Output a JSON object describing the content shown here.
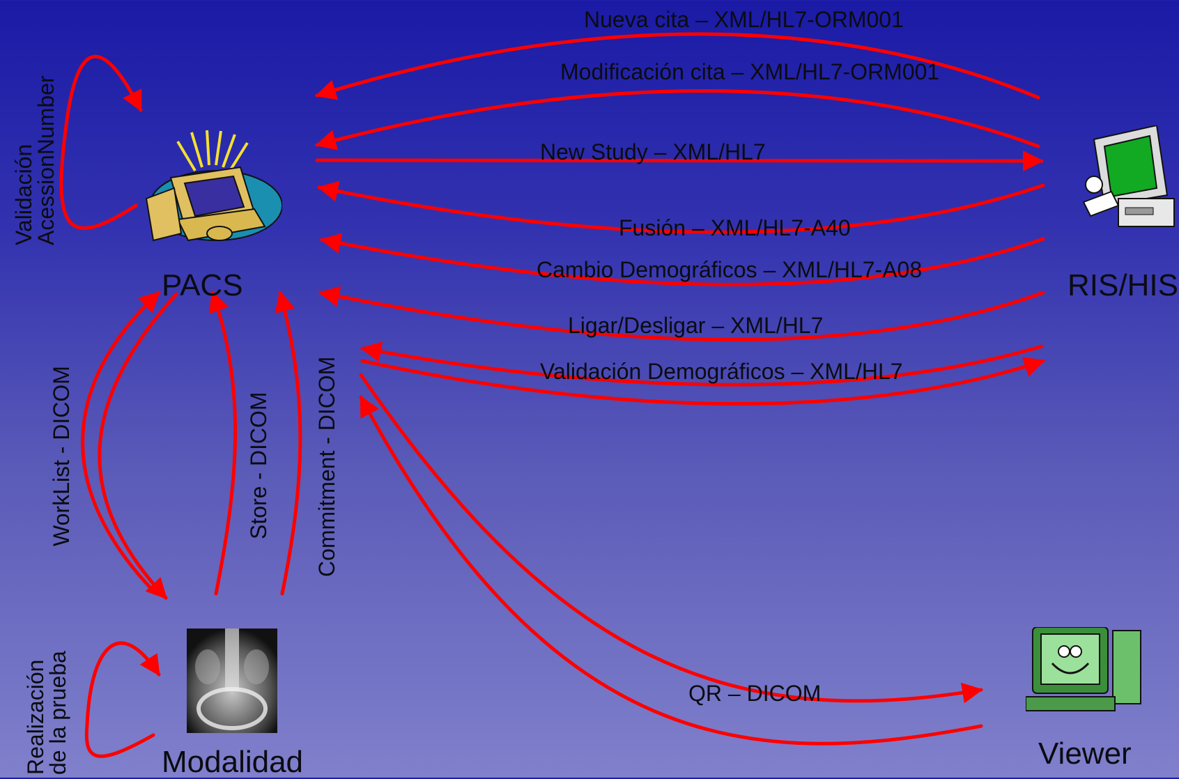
{
  "nodes": {
    "pacs": "PACS",
    "ris": "RIS/HIS",
    "modalidad": "Modalidad",
    "viewer": "Viewer"
  },
  "messages": {
    "nueva_cita": "Nueva cita – XML/HL7-ORM001",
    "modificacion_cita": "Modificación cita – XML/HL7-ORM001",
    "new_study": "New Study – XML/HL7",
    "fusion": "Fusión – XML/HL7-A40",
    "cambio_demograficos": "Cambio Demográficos – XML/HL7-A08",
    "ligar": "Ligar/Desligar – XML/HL7",
    "validacion_demograficos": "Validación Demográficos – XML/HL7",
    "qr": "QR – DICOM",
    "worklist": "WorkList - DICOM",
    "store": "Store - DICOM",
    "commitment": "Commitment - DICOM",
    "validacion_line1": "Validación",
    "validacion_line2": "AcessionNumber",
    "realizacion_line1": "Realización",
    "realizacion_line2": "de la prueba"
  },
  "colors": {
    "arrow": "#ff0000",
    "background_top": "#1a1aa6",
    "background_bottom": "#8080cc"
  },
  "icons": {
    "pacs": "computer-with-rays-icon",
    "ris": "user-at-computer-icon",
    "modalidad": "xray-image-icon",
    "viewer": "smiling-computer-icon"
  }
}
